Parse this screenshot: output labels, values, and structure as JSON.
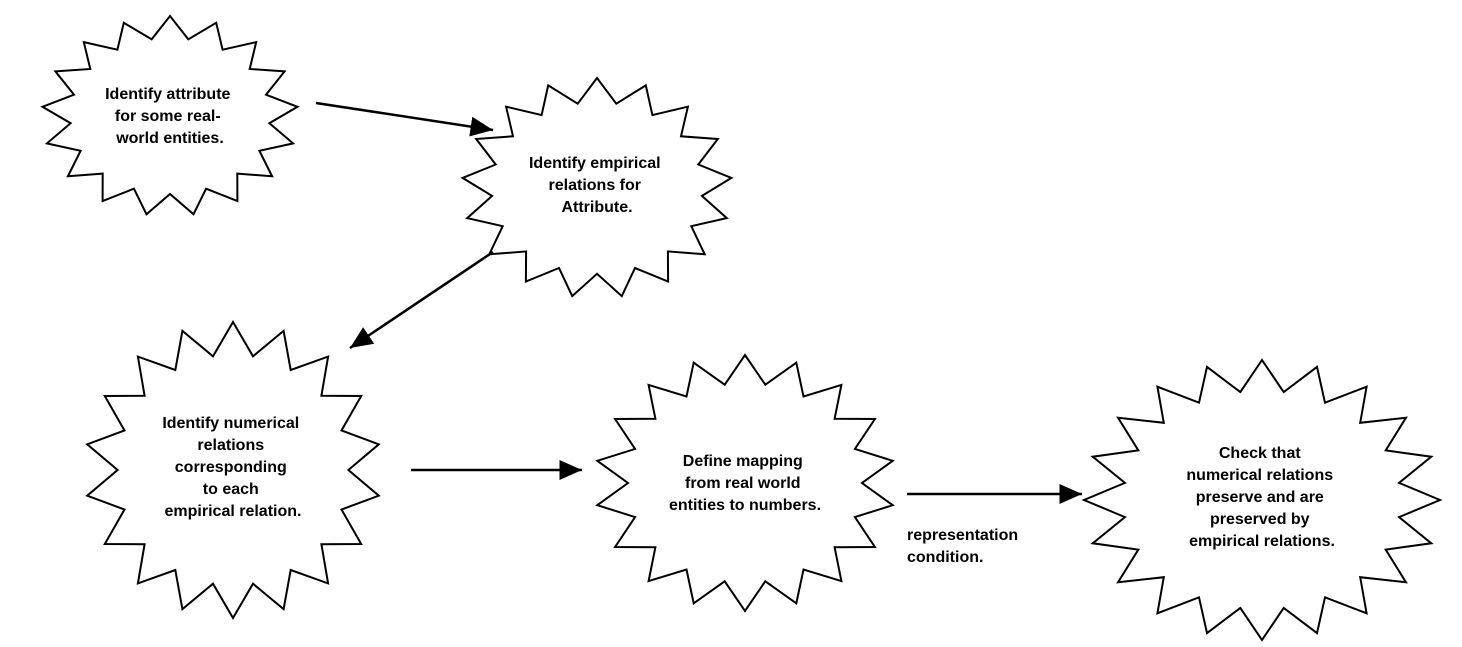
{
  "diagram": {
    "nodes": [
      {
        "id": "n1",
        "lines": [
          "Identify attribute",
          "for some real-",
          "world entities."
        ]
      },
      {
        "id": "n2",
        "lines": [
          "Identify empirical",
          "relations for",
          "Attribute."
        ]
      },
      {
        "id": "n3",
        "lines": [
          "Identify numerical",
          "relations",
          "corresponding",
          "to each",
          "empirical relation."
        ]
      },
      {
        "id": "n4",
        "lines": [
          "Define mapping",
          "from real world",
          "entities to numbers."
        ]
      },
      {
        "id": "n5",
        "lines": [
          "Check that",
          "numerical relations",
          "preserve and are",
          "preserved by",
          "empirical relations."
        ]
      }
    ],
    "edges": [
      {
        "from": "n1",
        "to": "n2"
      },
      {
        "from": "n2",
        "to": "n3"
      },
      {
        "from": "n3",
        "to": "n4"
      },
      {
        "from": "n4",
        "to": "n5"
      }
    ],
    "edge_label": {
      "lines": [
        "representation",
        "condition."
      ]
    },
    "colors": {
      "fill": "#ffffff",
      "stroke": "#000000"
    }
  }
}
